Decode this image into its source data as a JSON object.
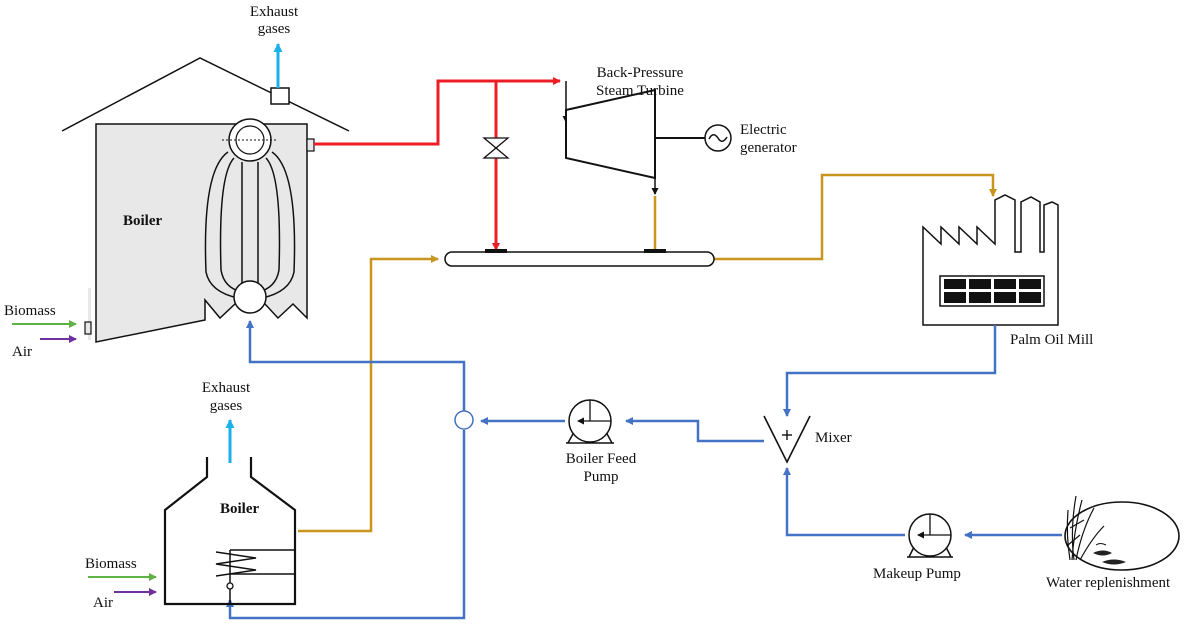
{
  "labels": {
    "exhaust_top_1": "Exhaust",
    "exhaust_top_2": "gases",
    "boiler_main": "Boiler",
    "biomass_main": "Biomass",
    "air_main": "Air",
    "turbine_1": "Back-Pressure",
    "turbine_2": "Steam Turbine",
    "generator_1": "Electric",
    "generator_2": "generator",
    "palm_oil_mill": "Palm Oil Mill",
    "mixer": "Mixer",
    "feed_pump_1": "Boiler Feed",
    "feed_pump_2": "Pump",
    "makeup_pump": "Makeup Pump",
    "water": "Water replenishment",
    "exhaust_bottom_1": "Exhaust",
    "exhaust_bottom_2": "gases",
    "boiler_aux": "Boiler",
    "biomass_aux": "Biomass",
    "air_aux": "Air"
  },
  "colors": {
    "steam": "#ee1c24",
    "low_pressure_steam": "#c8961e",
    "water": "#4472c4",
    "exhaust": "#1ab0e8",
    "biomass": "#5fb246",
    "air": "#7030a0",
    "boiler_fill": "#e8e8e8",
    "outline": "#111111"
  }
}
